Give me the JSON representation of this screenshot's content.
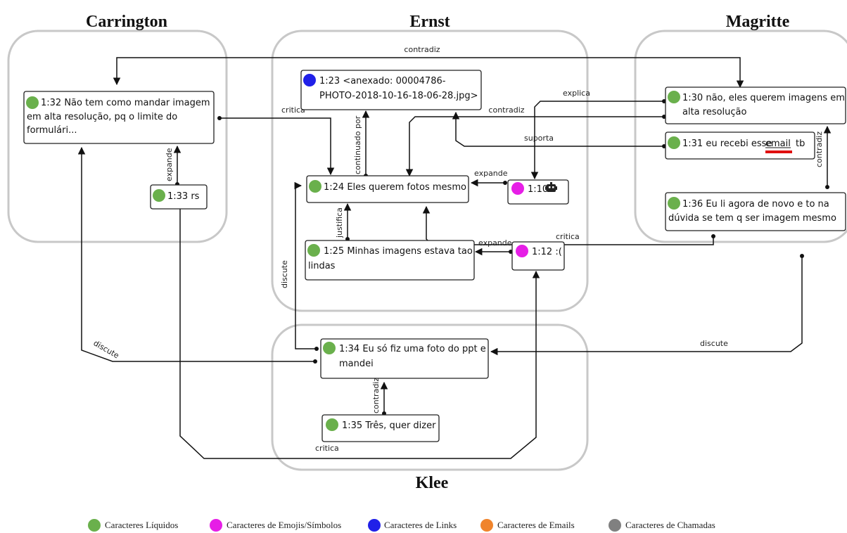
{
  "groups": [
    {
      "id": "carrington",
      "title": "Carrington"
    },
    {
      "id": "ernst",
      "title": "Ernst"
    },
    {
      "id": "magritte",
      "title": "Magritte"
    },
    {
      "id": "klee",
      "title": "Klee"
    }
  ],
  "nodes": [
    {
      "id": "n132",
      "lines": [
        "1:32 Não tem como mandar imagem",
        "em alta resolução, pq o limite do",
        "formulári..."
      ],
      "dot": "green"
    },
    {
      "id": "n133",
      "lines": [
        "1:33 rs"
      ],
      "dot": "green"
    },
    {
      "id": "n123",
      "lines": [
        "1:23 <anexado: 00004786-",
        "PHOTO-2018-10-16-18-06-28.jpg>"
      ],
      "dot": "blue"
    },
    {
      "id": "n124",
      "lines": [
        "1:24 Eles querem fotos mesmo"
      ],
      "dot": "green"
    },
    {
      "id": "n110",
      "lines": [
        "1:10"
      ],
      "dot": "magenta",
      "icon": "robot-icon"
    },
    {
      "id": "n125",
      "lines": [
        "1:25 Minhas imagens estava tao",
        "lindas"
      ],
      "dot": "green"
    },
    {
      "id": "n112",
      "lines": [
        "1:12 :("
      ],
      "dot": "magenta"
    },
    {
      "id": "n130",
      "lines": [
        "1:30 não, eles querem imagens em",
        "alta resolução"
      ],
      "dot": "green"
    },
    {
      "id": "n131",
      "lines": [
        "1:31 eu recebi esse",
        "email",
        "tb"
      ],
      "dot": "green"
    },
    {
      "id": "n136",
      "lines": [
        "1:36 Eu li agora de novo e to na",
        "dúvida se tem q ser imagem mesmo"
      ],
      "dot": "green"
    },
    {
      "id": "n134",
      "lines": [
        "1:34 Eu só fiz uma foto do ppt e",
        "mandei"
      ],
      "dot": "green"
    },
    {
      "id": "n135",
      "lines": [
        "1:35 Três, quer dizer"
      ],
      "dot": "green"
    }
  ],
  "edges": [
    {
      "id": "contradiz_132_130",
      "label": "contradiz"
    },
    {
      "id": "critica_132_124",
      "label": "critica"
    },
    {
      "id": "expande_133_132",
      "label": "expande"
    },
    {
      "id": "continuado_124_123",
      "label": "continuado por"
    },
    {
      "id": "contradiz_130_124",
      "label": "contradiz"
    },
    {
      "id": "explica_130_110",
      "label": "explica"
    },
    {
      "id": "suporta_131_123",
      "label": "suporta"
    },
    {
      "id": "expande_110_124",
      "label": "expande"
    },
    {
      "id": "justifica_125_124",
      "label": "justifica"
    },
    {
      "id": "expande_112_125",
      "label": "expande"
    },
    {
      "id": "critica_136_124",
      "label": "critica"
    },
    {
      "id": "contradiz_136_131",
      "label": "contradiz"
    },
    {
      "id": "discute_134_124",
      "label": "discute"
    },
    {
      "id": "discute_134_132",
      "label": "discute"
    },
    {
      "id": "discute_136_134",
      "label": "discute"
    },
    {
      "id": "contradiz_135_134",
      "label": "contradiz"
    },
    {
      "id": "critica_133_112",
      "label": "critica"
    }
  ],
  "legend": [
    {
      "label": "Caracteres Líquidos",
      "color": "#6ab04c"
    },
    {
      "label": "Caracteres de Emojis/Símbolos",
      "color": "#e61ee6"
    },
    {
      "label": "Caracteres de Links",
      "color": "#2020e8"
    },
    {
      "label": "Caracteres de Emails",
      "color": "#f0842c"
    },
    {
      "label": "Caracteres de Chamadas",
      "color": "#808080"
    }
  ],
  "colors": {
    "green": "#6ab04c",
    "magenta": "#e61ee6",
    "blue": "#2020e8",
    "group_border": "#c8c8c8",
    "email_underline": "#e01010"
  }
}
